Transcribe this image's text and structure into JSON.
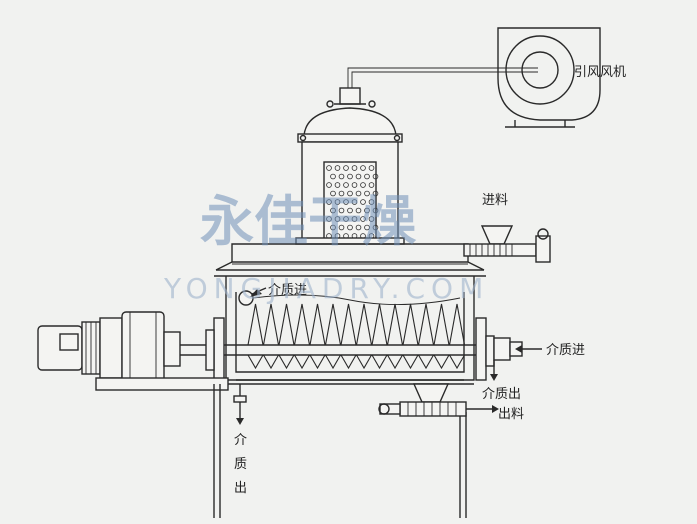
{
  "labels": {
    "fan": "引风风机",
    "feed_in": "进料",
    "medium_in_top": "介质进",
    "medium_in_right": "介质进",
    "medium_out_right": "介质出",
    "discharge": "出料",
    "medium_out_left": "介\n质\n出"
  },
  "watermark": {
    "chinese": "永佳干燥",
    "english": "YONGJIADRY.COM"
  },
  "colors": {
    "background": "#f1f2f0",
    "line": "#2a2a2a",
    "watermark": "#6f8fb8"
  }
}
